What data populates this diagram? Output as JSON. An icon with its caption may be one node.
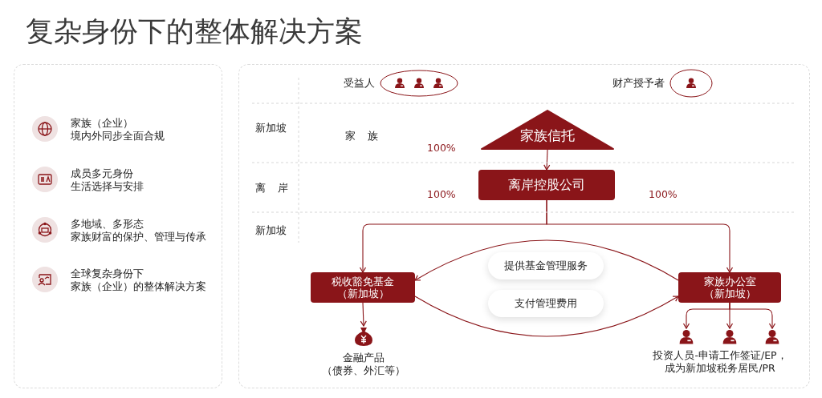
{
  "diagram": {
    "title": "复杂身份下的整体解决方案",
    "nodes": [
      {
        "text": [
          "家族信托"
        ]
      },
      {
        "text": [
          "离岸控股公司"
        ]
      },
      {
        "text": [
          "税收豁免基金（新加坡）"
        ]
      },
      {
        "text": [
          "家族办公室（新加坡）"
        ]
      },
      {
        "text": [],
        "shape": "bag",
        "beside": [
          "金融产品（债券、外汇等）"
        ]
      },
      {
        "text": [],
        "shape": "person"
      },
      {
        "text": [],
        "shape": "person"
      },
      {
        "text": [],
        "shape": "person"
      }
    ],
    "edges": [
      {
        "from": 0,
        "to": 1,
        "arrow": "to"
      },
      {
        "from": 1,
        "to": 2,
        "arrow": "to"
      },
      {
        "from": 1,
        "to": 3,
        "arrow": "to"
      },
      {
        "from": 2,
        "to": 4,
        "arrow": "to"
      },
      {
        "from": 3,
        "to": 5,
        "arrow": "to"
      },
      {
        "from": 3,
        "to": 6,
        "arrow": "to"
      },
      {
        "from": 3,
        "to": 7,
        "arrow": "to"
      },
      {
        "from": 3,
        "to": 2,
        "arrow": "to",
        "label": "提供基金管理服务"
      },
      {
        "from": 2,
        "to": 3,
        "arrow": "to",
        "label": "支付管理费用"
      }
    ],
    "labels": [
      "家族（企业）",
      "境内外同步全面合规",
      "成员多元身份",
      "生活选择与安排",
      "多地域、多形态",
      "家族财富的保护、管理与传承",
      "全球复杂身份下",
      "家族（企业）的整体解决方案",
      "受益人",
      "财产授予者",
      "新加坡",
      "家族",
      "100%",
      "离岸",
      "100%",
      "100%",
      "新加坡",
      "投资人员-申请工作签证/EP，成为新加坡税务居民/PR"
    ]
  }
}
